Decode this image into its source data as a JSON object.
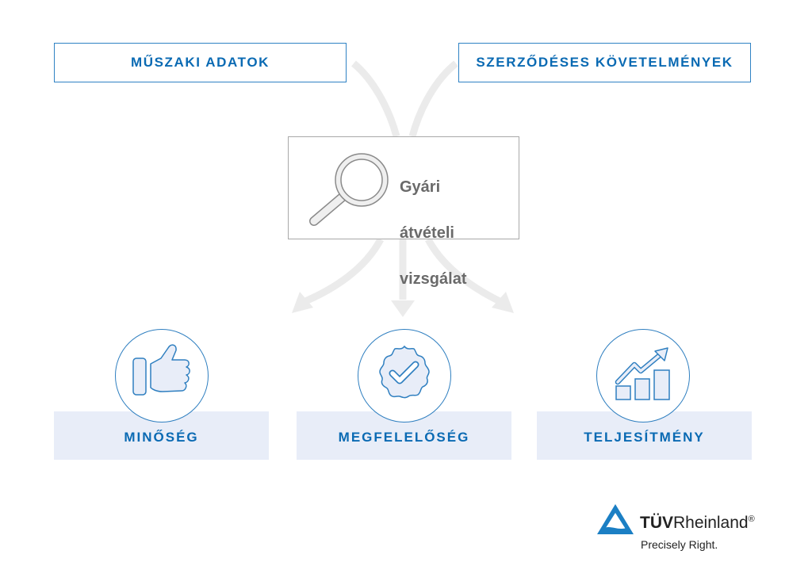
{
  "inputs": {
    "left": "MŰSZAKI ADATOK",
    "right": "SZERZŐDÉSES KÖVETELMÉNYEK"
  },
  "center": {
    "icon": "magnifier-icon",
    "line1": "Gyári",
    "line2": "átvételi",
    "line3": "vizsgálat"
  },
  "outputs": [
    {
      "label": "MINŐSÉG",
      "icon": "thumbs-up-icon"
    },
    {
      "label": "MEGFELELŐSÉG",
      "icon": "check-badge-icon"
    },
    {
      "label": "TELJESÍTMÉNY",
      "icon": "growth-chart-icon"
    }
  ],
  "logo": {
    "brand_bold": "TÜV",
    "brand_rest": "Rheinland",
    "registered": "®",
    "tagline": "Precisely Right."
  },
  "colors": {
    "accent_blue": "#0a6ab3",
    "border_blue": "#2f82c4",
    "bar_fill": "#e8edf8",
    "arrow_gray": "#ebebeb",
    "center_border": "#a9a9a9"
  }
}
